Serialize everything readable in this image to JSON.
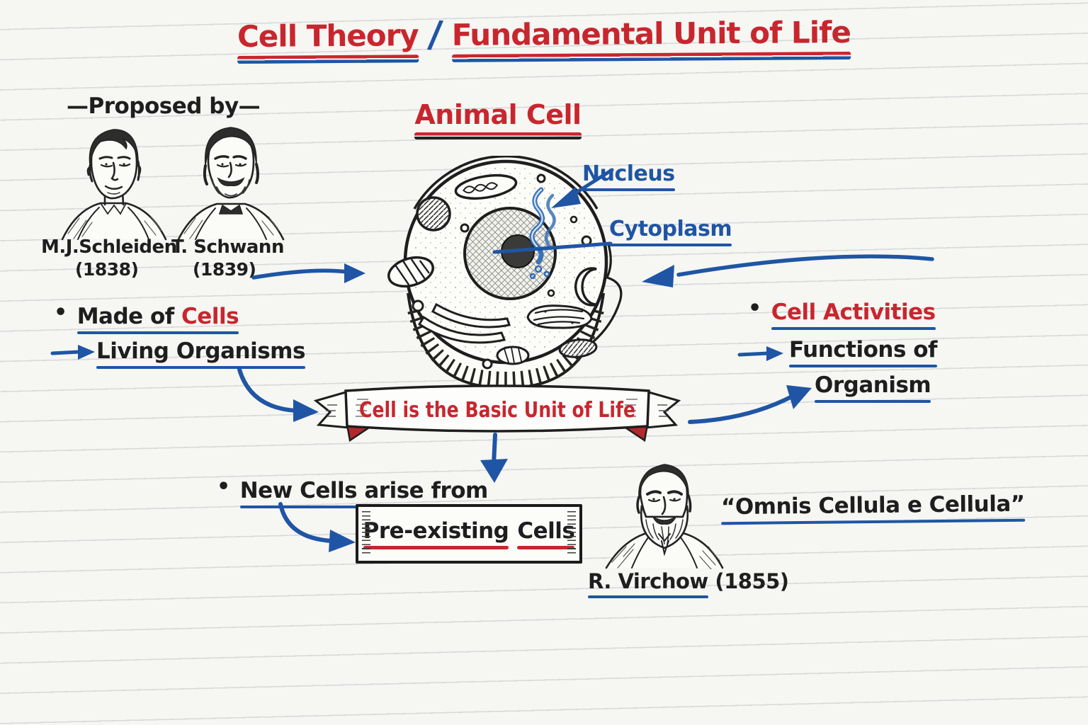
{
  "colors": {
    "red_ink": "#c8262e",
    "blue_ink": "#1f55a4",
    "black_ink": "#1e1e1e",
    "paper": "#f6f6f3"
  },
  "glyphs": {
    "bullet": "•"
  },
  "title": {
    "part1": "Cell Theory",
    "slash": "/",
    "part2": "Fundamental Unit of Life"
  },
  "proposed": {
    "heading": "—Proposed by—",
    "scientists": [
      {
        "name": "M.J.Schleiden",
        "year": "(1838)"
      },
      {
        "name": "T. Schwann",
        "year": "(1839)"
      }
    ]
  },
  "cell": {
    "heading": "Animal Cell",
    "label_nucleus": "Nucleus",
    "label_cytoplasm": "Cytoplasm"
  },
  "left_notes": {
    "made_of": "Made of",
    "cells": "Cells",
    "living_organisms": "Living Organisms"
  },
  "right_notes": {
    "cell_activities": "Cell Activities",
    "functions_of": "Functions of",
    "organism": "Organism"
  },
  "banner": {
    "text": "Cell is the Basic Unit of Life"
  },
  "bottom_notes": {
    "new_cells": "New Cells arise from",
    "pre_existing": "Pre-existing",
    "cells": "Cells",
    "quote": "“Omnis Cellula e Cellula”",
    "scientist": "R. Virchow",
    "year": "(1855)"
  }
}
